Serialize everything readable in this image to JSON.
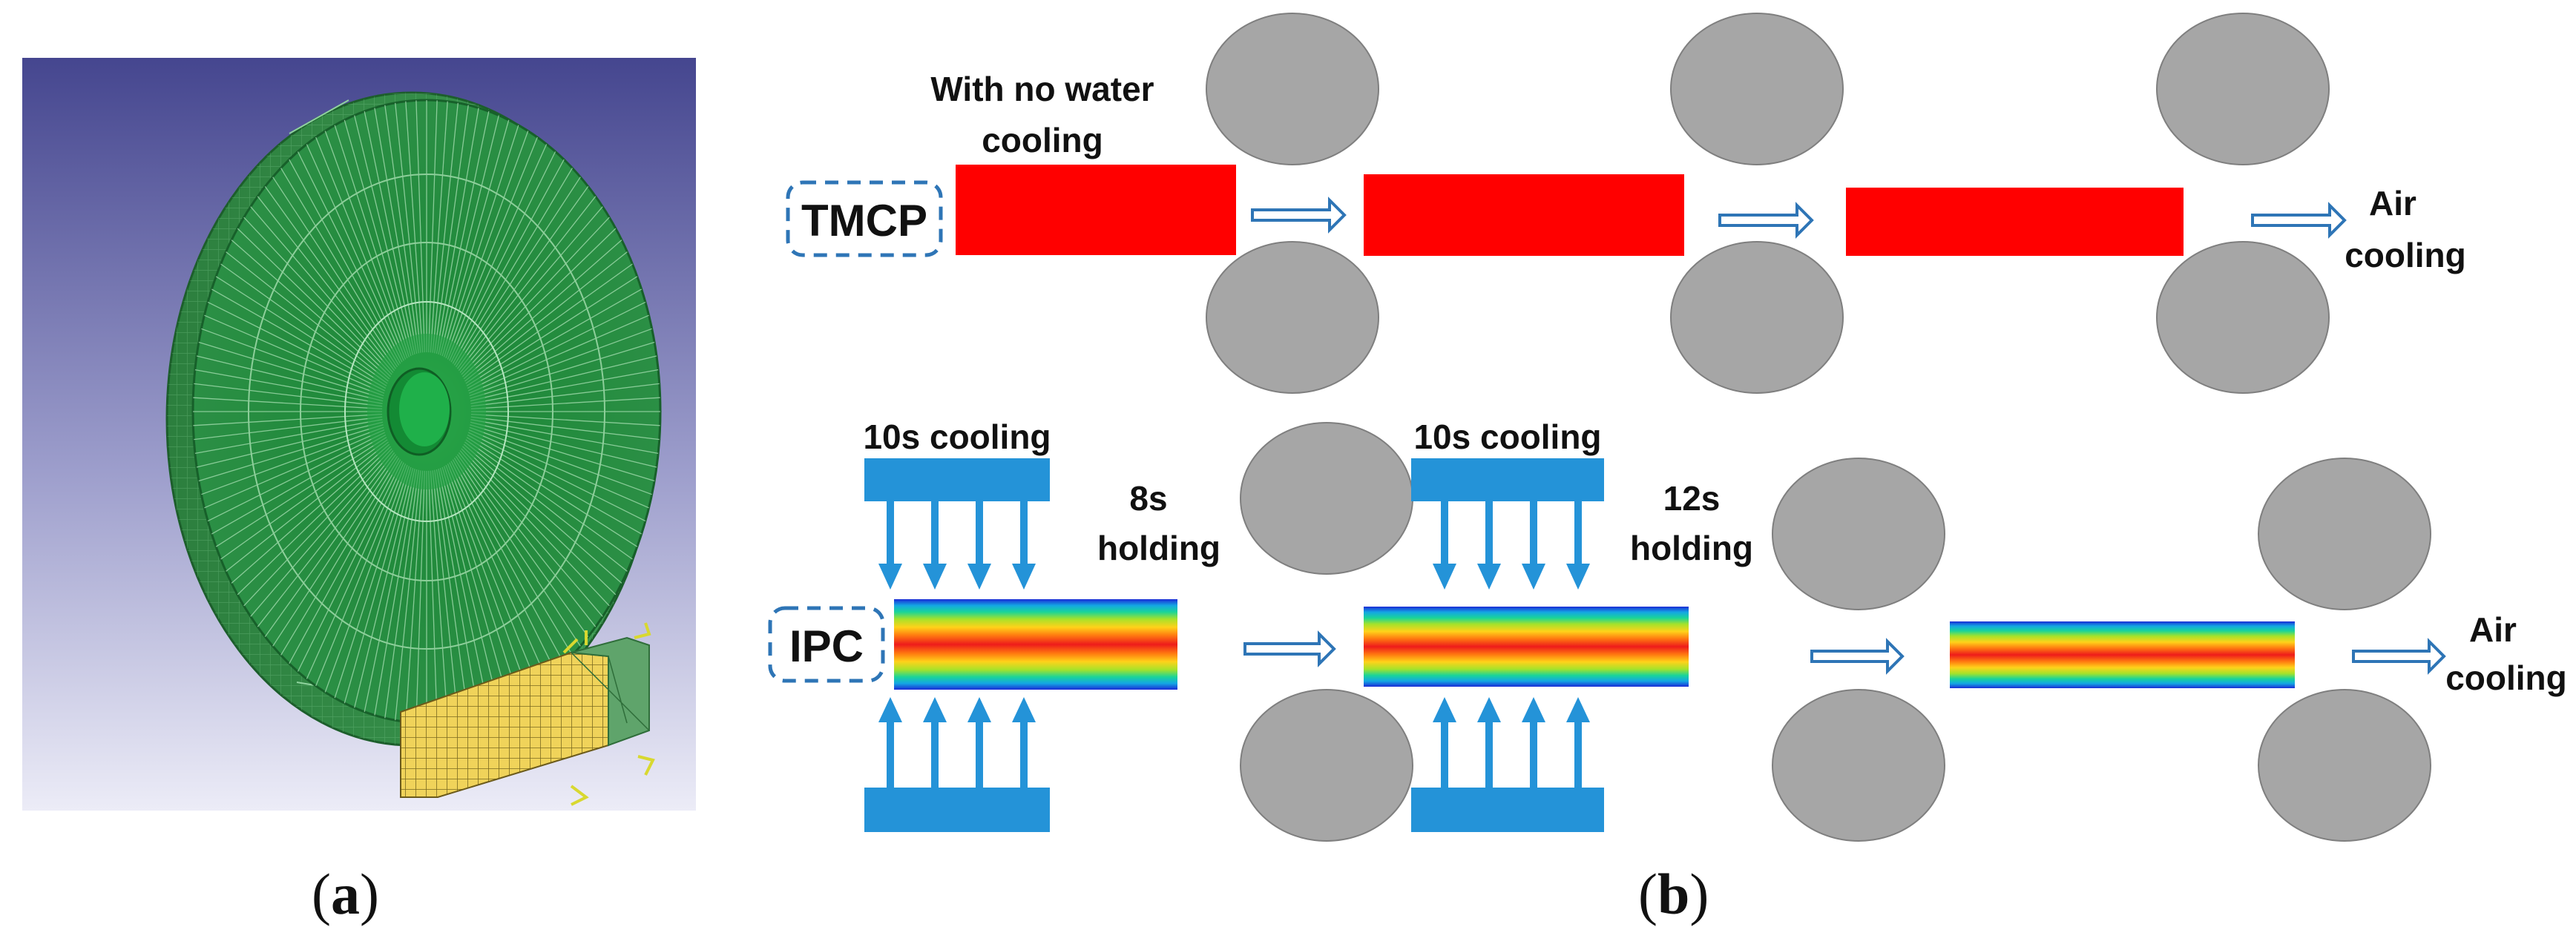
{
  "panel_a": {
    "caption_letter": "a",
    "colors": {
      "background_top": "#45468f",
      "background_bottom": "#e9e9f5",
      "mesh": "#1f8a3a",
      "workpiece": "#e6c94a"
    }
  },
  "panel_b": {
    "caption_letter": "b",
    "tmcp": {
      "tag": "TMCP",
      "note_line1": "With no water",
      "note_line2": "cooling",
      "end_line1": "Air",
      "end_line2": "cooling"
    },
    "ipc": {
      "tag": "IPC",
      "cooling1": "10s cooling",
      "holding1_line1": "8s",
      "holding1_line2": "holding",
      "cooling2": "10s cooling",
      "holding2_line1": "12s",
      "holding2_line2": "holding",
      "end_line1": "Air",
      "end_line2": "cooling"
    },
    "colors": {
      "slab": "#ff0000",
      "roll": "#a6a6a6",
      "nozzle": "#2493d8",
      "tag_border": "#2e75b6",
      "arrow": "#2e75b6"
    }
  }
}
